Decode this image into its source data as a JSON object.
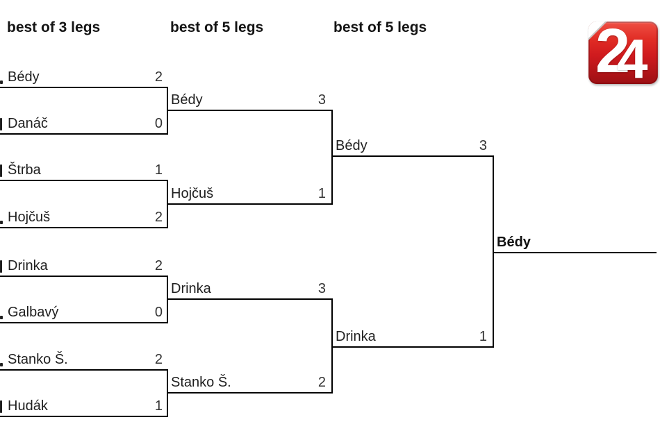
{
  "headers": [
    "best of 3 legs",
    "best of 5 legs",
    "best of 5 legs"
  ],
  "bracket": {
    "round1": [
      {
        "name": "Bédy",
        "score": "2"
      },
      {
        "name": "Danáč",
        "score": "0"
      },
      {
        "name": "Štrba",
        "score": "1"
      },
      {
        "name": "Hojčuš",
        "score": "2"
      },
      {
        "name": "Drinka",
        "score": "2"
      },
      {
        "name": "Galbavý",
        "score": "0"
      },
      {
        "name": "Stanko Š.",
        "score": "2"
      },
      {
        "name": "Hudák",
        "score": "1"
      }
    ],
    "round2": [
      {
        "name": "Bédy",
        "score": "3"
      },
      {
        "name": "Hojčuš",
        "score": "1"
      },
      {
        "name": "Drinka",
        "score": "3"
      },
      {
        "name": "Stanko Š.",
        "score": "2"
      }
    ],
    "round3": [
      {
        "name": "Bédy",
        "score": "3"
      },
      {
        "name": "Drinka",
        "score": "1"
      }
    ],
    "winner": "Bédy"
  },
  "logo": {
    "digits": [
      "2",
      "4"
    ]
  },
  "colors": {
    "line": "#000000",
    "text": "#1f1f1f",
    "logo_red_top": "#ef5045",
    "logo_red_bottom": "#9c1014",
    "logo_text": "#ffffff"
  }
}
